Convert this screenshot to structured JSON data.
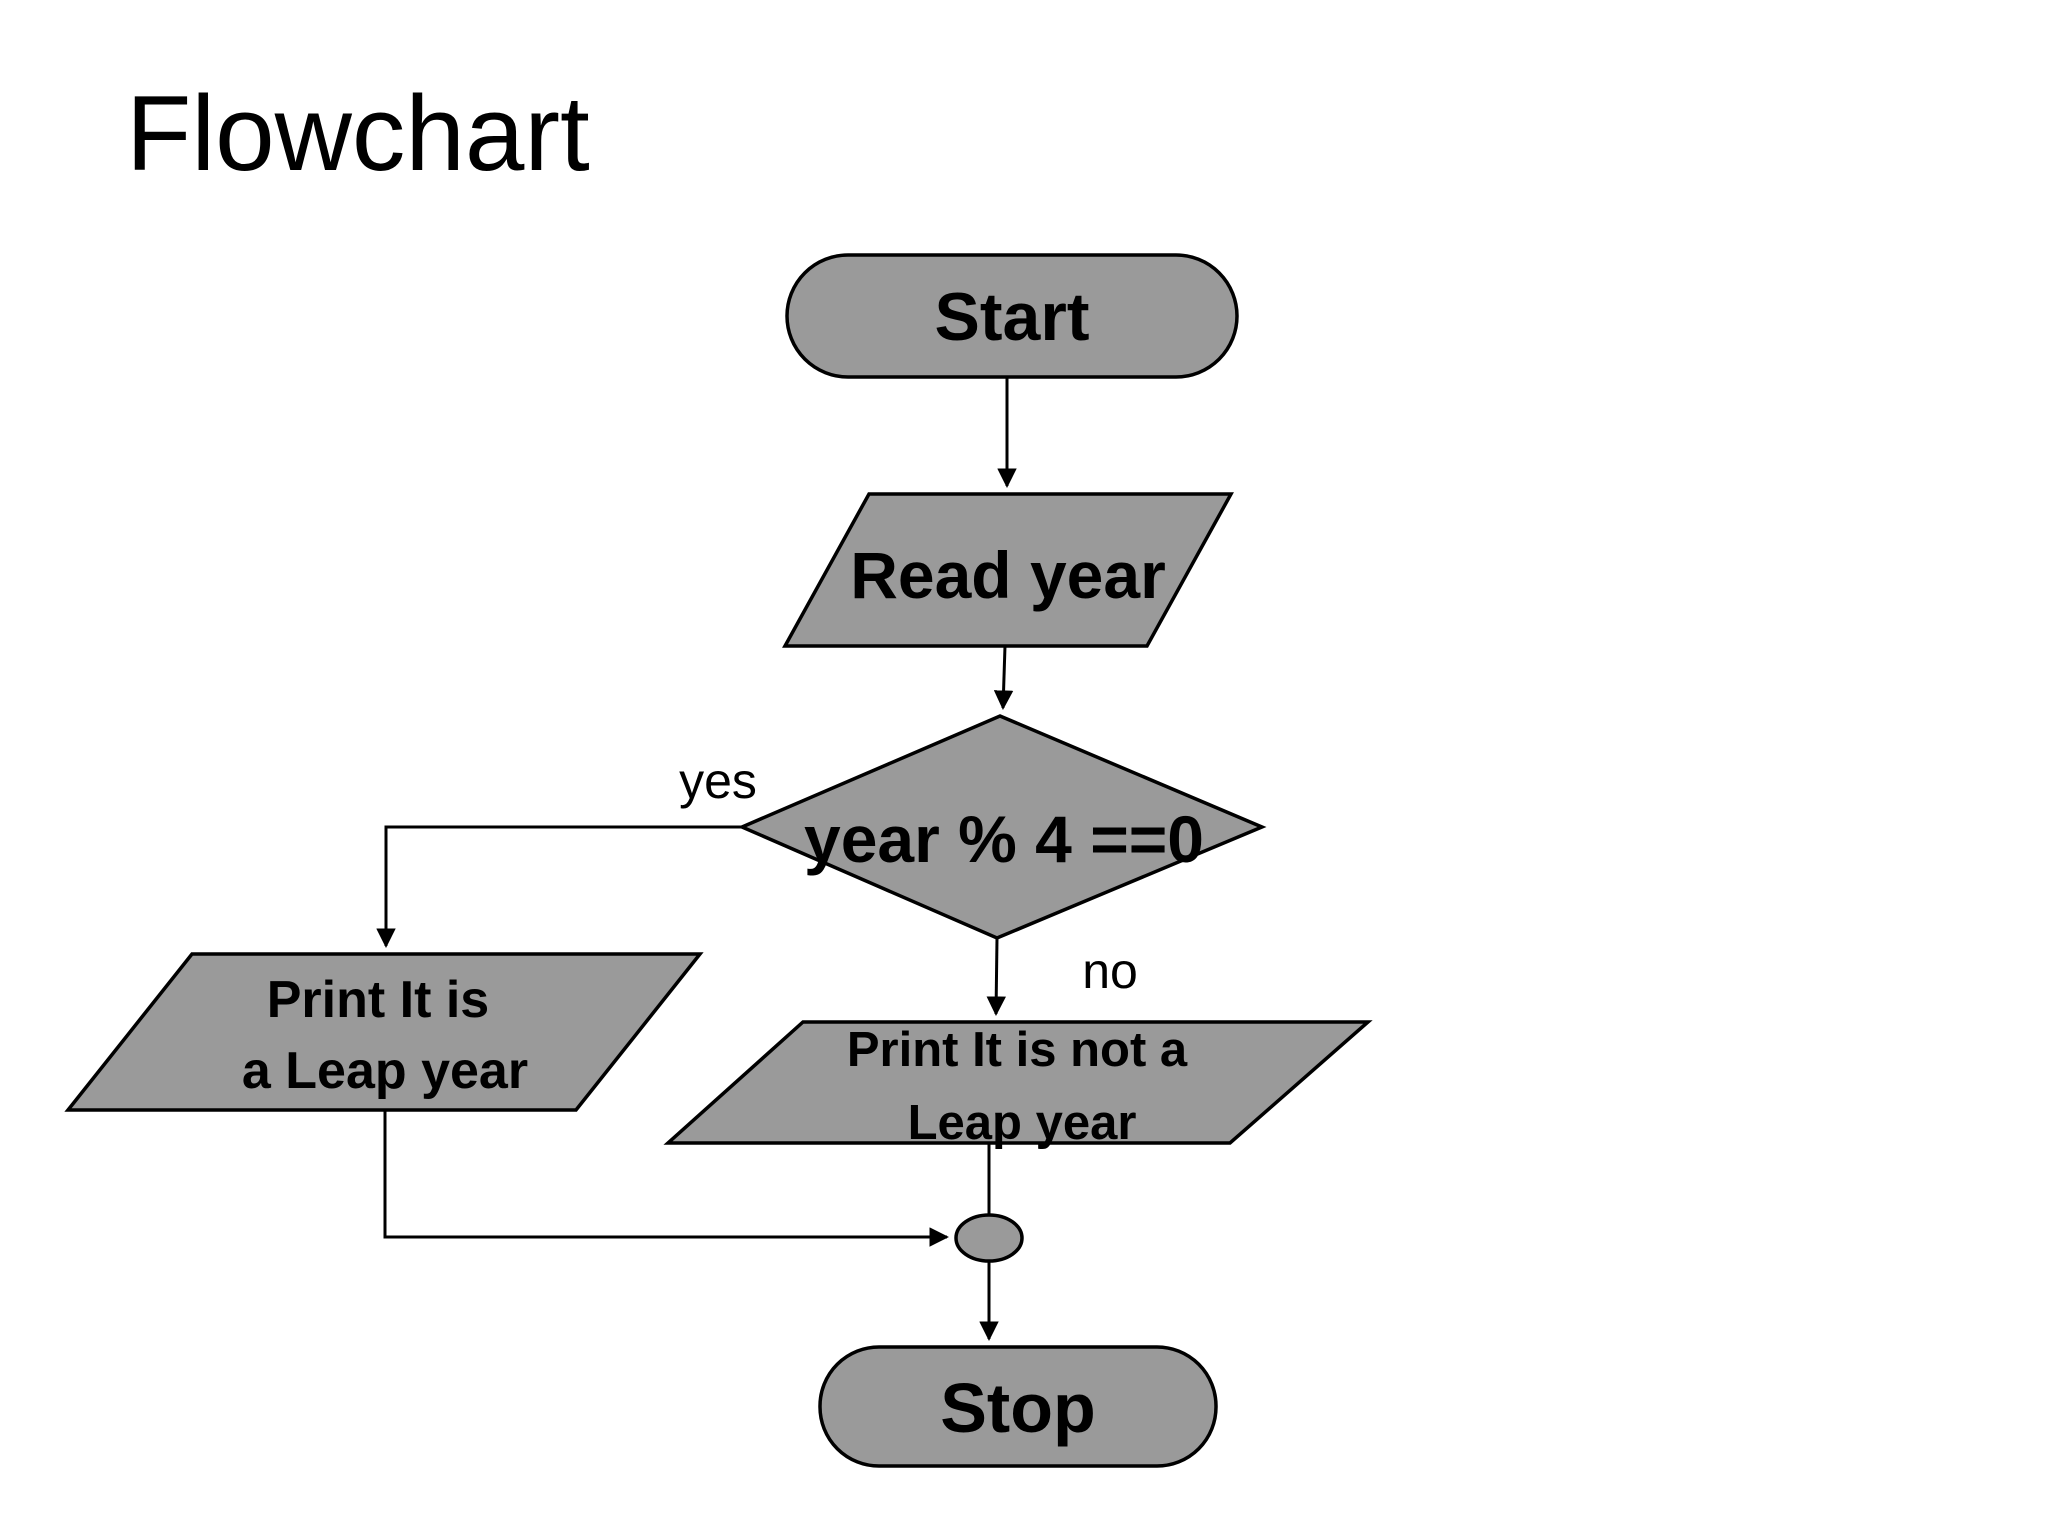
{
  "page": {
    "title": "Flowchart"
  },
  "palette": {
    "background": "#ffffff",
    "node_fill": "#9a9a9a",
    "node_stroke": "#000000",
    "text_color": "#000000"
  },
  "flowchart": {
    "nodes": {
      "start": {
        "shape": "terminator",
        "label": "Start"
      },
      "read_year": {
        "shape": "io-parallelogram",
        "label": "Read year"
      },
      "leap_check": {
        "shape": "decision-diamond",
        "label": "year % 4 ==0"
      },
      "print_leap": {
        "shape": "io-parallelogram",
        "lines": [
          "Print It is",
          "a Leap year"
        ]
      },
      "print_not_leap": {
        "shape": "io-parallelogram",
        "lines": [
          "Print It is not a",
          "Leap year"
        ]
      },
      "junction": {
        "shape": "connector-circle"
      },
      "stop": {
        "shape": "terminator",
        "label": "Stop"
      }
    },
    "branches": {
      "yes_label": "yes",
      "no_label": "no"
    }
  }
}
